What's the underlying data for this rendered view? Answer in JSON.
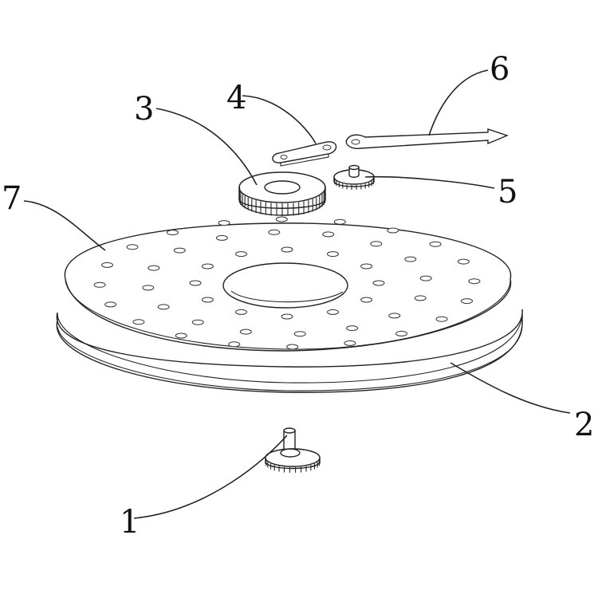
{
  "labels": {
    "part_7": "7",
    "part_3": "3",
    "part_4": "4",
    "part_6": "6",
    "part_5": "5",
    "part_2": "2",
    "part_1": "1"
  },
  "colors": {
    "line": "#222222",
    "background": "#ffffff"
  }
}
